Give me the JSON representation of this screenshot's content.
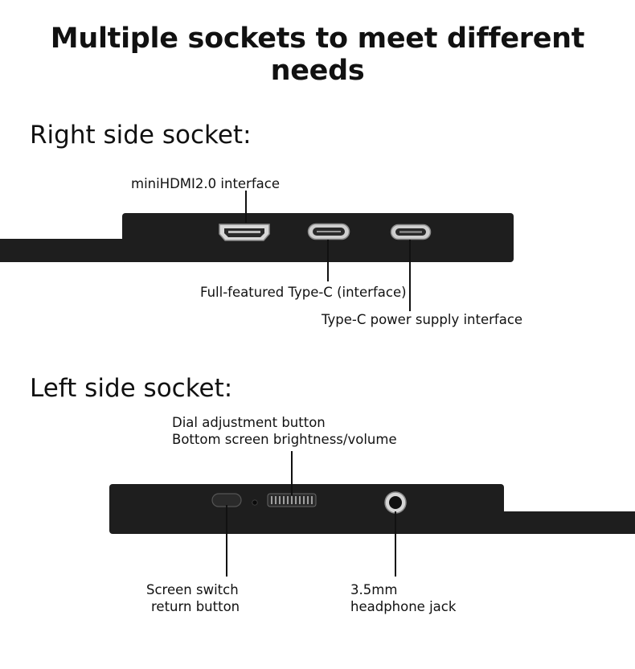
{
  "title": "Multiple sockets to meet different needs",
  "right_side": {
    "heading": "Right side socket:",
    "labels": {
      "mini_hdmi": "miniHDMI2.0 interface",
      "full_type_c": "Full-featured Type-C (interface)",
      "power_type_c": "Type-C power supply interface"
    }
  },
  "left_side": {
    "heading": "Left side socket:",
    "labels": {
      "dial_line1": "Dial adjustment button",
      "dial_line2": "Bottom screen brightness/volume",
      "switch_line1": "Screen switch",
      "switch_line2": "return button",
      "jack_line1": "3.5mm",
      "jack_line2": "headphone jack"
    }
  },
  "colors": {
    "device_body": "#1e1e1e",
    "port_metal": "#c9c9c9",
    "text": "#111111"
  }
}
